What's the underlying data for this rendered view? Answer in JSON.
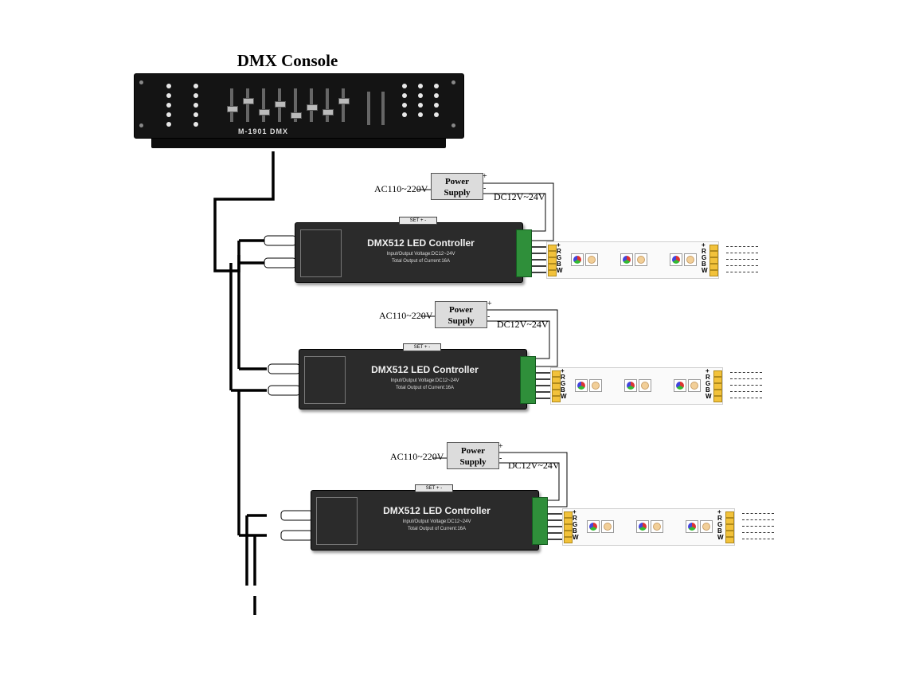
{
  "title": "DMX Console",
  "console": {
    "model": "M-1901   DMX"
  },
  "power_supply": {
    "label_line1": "Power",
    "label_line2": "Supply",
    "input": "AC110~220V",
    "output": "DC12V~24V",
    "plus": "+",
    "minus": "-"
  },
  "controller": {
    "name": "DMX512 LED Controller",
    "spec1": "Input/Output Voltage:DC12~24V",
    "spec2": "Total Output of Current:16A",
    "buttons": "SET  +  -"
  },
  "strip_pins": [
    "+",
    "R",
    "G",
    "B",
    "W"
  ]
}
